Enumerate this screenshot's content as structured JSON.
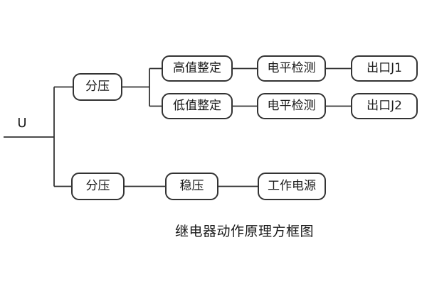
{
  "diagram": {
    "input_label": "U",
    "caption": "继电器动作原理方框图",
    "nodes": {
      "divider_top": "分压",
      "high_set": "高值整定",
      "level_detect_1": "电平检测",
      "outlet_j1": "出口J1",
      "low_set": "低值整定",
      "level_detect_2": "电平检测",
      "outlet_j2": "出口J2",
      "divider_bottom": "分压",
      "regulator": "稳压",
      "work_power": "工作电源"
    },
    "colors": {
      "line": "#333333",
      "text": "#1a1a1a",
      "box_fill": "#ffffff",
      "background": "#ffffff"
    }
  }
}
